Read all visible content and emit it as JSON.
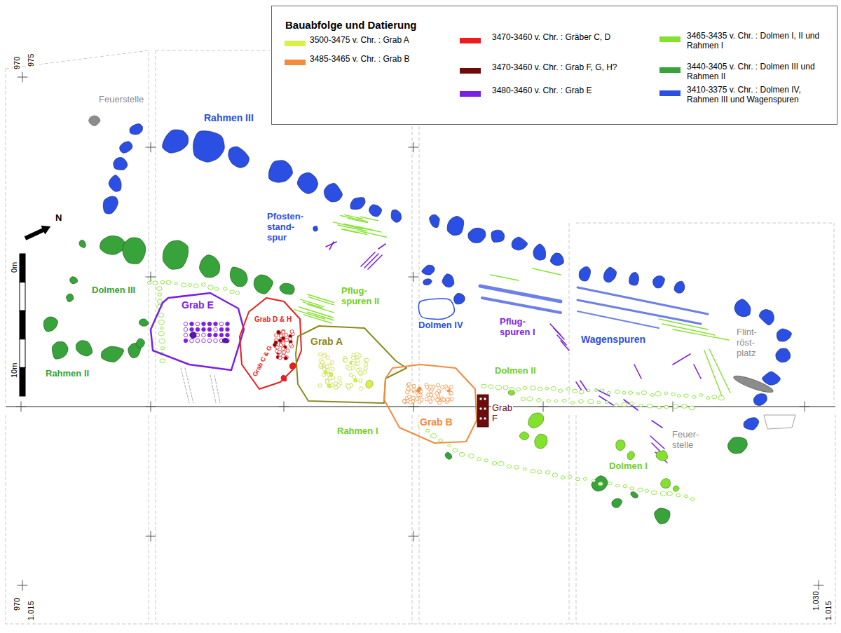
{
  "diagram": {
    "title": "Bauabfolge und Datierung",
    "nodes": [
      {
        "text": [
          "Grab E"
        ]
      },
      {
        "text": [
          "Grab D & H",
          "Grab C & G"
        ]
      },
      {
        "text": [
          "Grab A"
        ]
      },
      {
        "text": [
          "Grab B"
        ]
      },
      {
        "text": [
          "Grab F"
        ]
      },
      {
        "text": [
          "Dolmen IV"
        ]
      }
    ],
    "labels": [
      "970",
      "975",
      "Feuerstelle",
      "Rahmen III",
      "N",
      "0m",
      "10m",
      "Pfosten- stand- spur",
      "Dolmen III",
      "Pflug- spuren II",
      "Pflug- spuren I",
      "Wagenspuren",
      "Flint- röst- platz",
      "Rahmen II",
      "Dolmen II",
      "Rahmen I",
      "Feuer- stelle",
      "Dolmen I",
      "970",
      "1.015",
      "1.030",
      "1.015"
    ],
    "legend": [
      {
        "text": "3500-3475 v. Chr. : Grab A",
        "color": "#d8ef4c"
      },
      {
        "text": "3485-3465 v. Chr. : Grab B",
        "color": "#f58a3a"
      },
      {
        "text": "3470-3460 v. Chr. : Gräber C, D",
        "color": "#ee1c1c"
      },
      {
        "text": "3470-3460 v. Chr. : Grab F, G, H?",
        "color": "#6e0b0b"
      },
      {
        "text": "3480-3460 v. Chr. : Grab E",
        "color": "#7b1fe6"
      },
      {
        "text": "3465-3435 v. Chr. : Dolmen I, II und Rahmen I",
        "color": "#84e22e"
      },
      {
        "text": "3440-3405 v. Chr. : Dolmen III und Rahmen II",
        "color": "#37a33a"
      },
      {
        "text": "3410-3375 v. Chr. : Dolmen IV, Rahmen III und Wagenspuren",
        "color": "#2b4fe3"
      }
    ]
  }
}
